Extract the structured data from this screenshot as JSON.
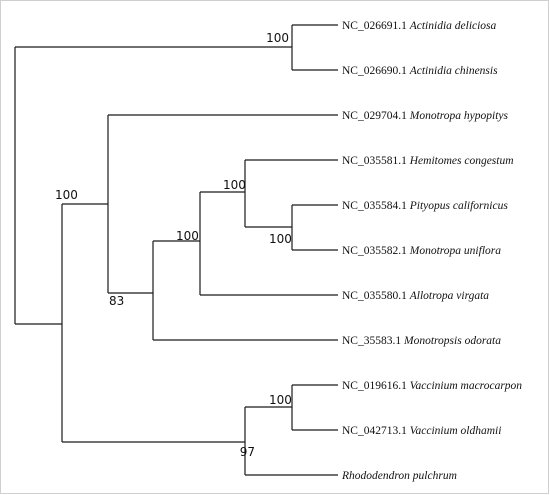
{
  "tree": {
    "leaves": [
      {
        "id": "NC_026691.1",
        "species": "Actinidia deliciosa"
      },
      {
        "id": "NC_026690.1",
        "species": "Actinidia chinensis"
      },
      {
        "id": "NC_029704.1",
        "species": "Monotropa hypopitys"
      },
      {
        "id": "NC_035581.1",
        "species": "Hemitomes congestum"
      },
      {
        "id": "NC_035584.1",
        "species": "Pityopus californicus"
      },
      {
        "id": "NC_035582.1",
        "species": "Monotropa uniflora"
      },
      {
        "id": "NC_035580.1",
        "species": "Allotropa virgata"
      },
      {
        "id": "NC_35583.1",
        "species": "Monotropsis odorata"
      },
      {
        "id": "NC_019616.1",
        "species": "Vaccinium macrocarpon"
      },
      {
        "id": "NC_042713.1",
        "species": "Vaccinium oldhamii"
      },
      {
        "id": "",
        "species": "Rhododendron pulchrum"
      }
    ],
    "supports": {
      "actinidia": "100",
      "monotropoideae": "100",
      "clade_a": "83",
      "clade_b": "100",
      "clade_c": "100",
      "pityopus_monotropa": "100",
      "vaccinium": "100",
      "ericaceae_b": "97"
    }
  }
}
